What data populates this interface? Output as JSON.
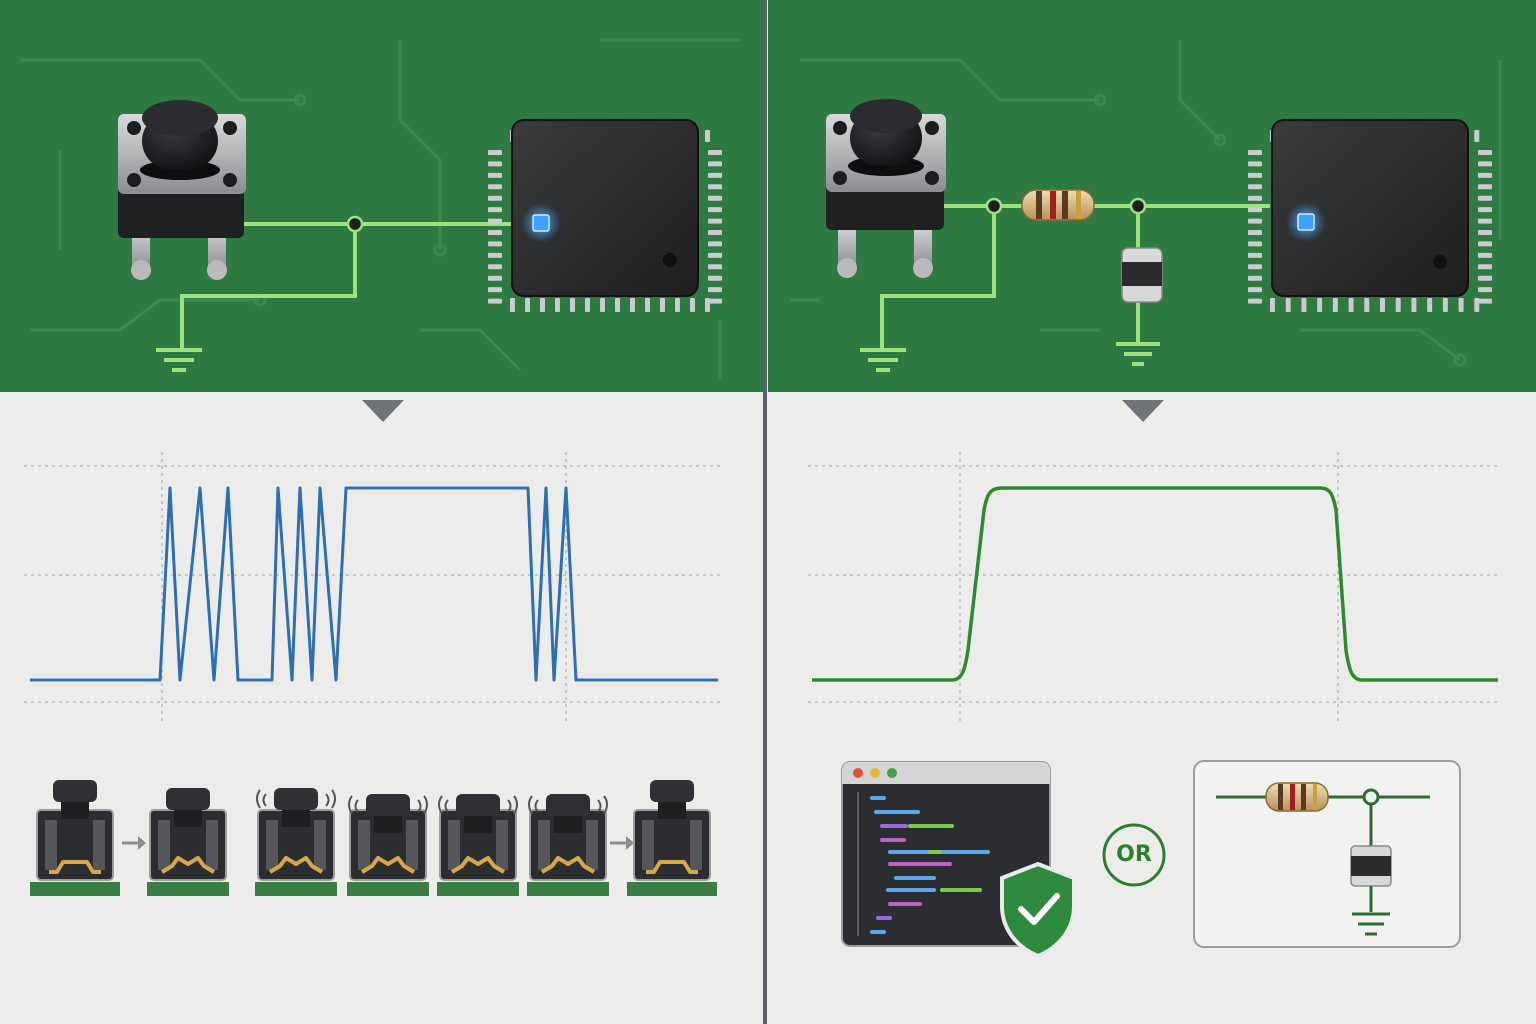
{
  "colors": {
    "pcb": "#2f7a42",
    "pcb_dark": "#245f33",
    "trace": "#9ee27f",
    "panel_bg": "#ecedeb",
    "bouncy_signal": "#2f6fb0",
    "clean_signal": "#2f8a2f",
    "led": "#3da2ff",
    "shield": "#2e8b3d",
    "divider": "#5b5f63"
  },
  "icons": {
    "arrow": "down-triangle-icon",
    "ground": "ground-symbol-icon",
    "check": "checkmark-icon",
    "shield": "shield-icon"
  },
  "chart_data": [
    {
      "type": "line",
      "name_hint": "",
      "x": [
        0,
        1,
        2,
        3,
        4,
        5,
        6,
        7,
        8,
        9,
        10,
        11,
        12,
        13,
        14,
        15,
        16,
        17,
        18,
        19,
        20,
        21,
        22,
        23,
        24,
        25
      ],
      "y": [
        0,
        0,
        1,
        0,
        1,
        0,
        1,
        0,
        0,
        1,
        0,
        1,
        0,
        1,
        0,
        1,
        1,
        1,
        0,
        1,
        0,
        1,
        0,
        0,
        0,
        0
      ],
      "ylim": [
        0,
        1
      ],
      "grid": true
    },
    {
      "type": "line",
      "x": [
        0,
        1,
        2,
        3,
        4,
        5,
        6,
        7
      ],
      "y": [
        0,
        0,
        1,
        1,
        1,
        1,
        0,
        0
      ],
      "ylim": [
        0,
        1
      ],
      "grid": true
    }
  ],
  "or_label": "OR"
}
